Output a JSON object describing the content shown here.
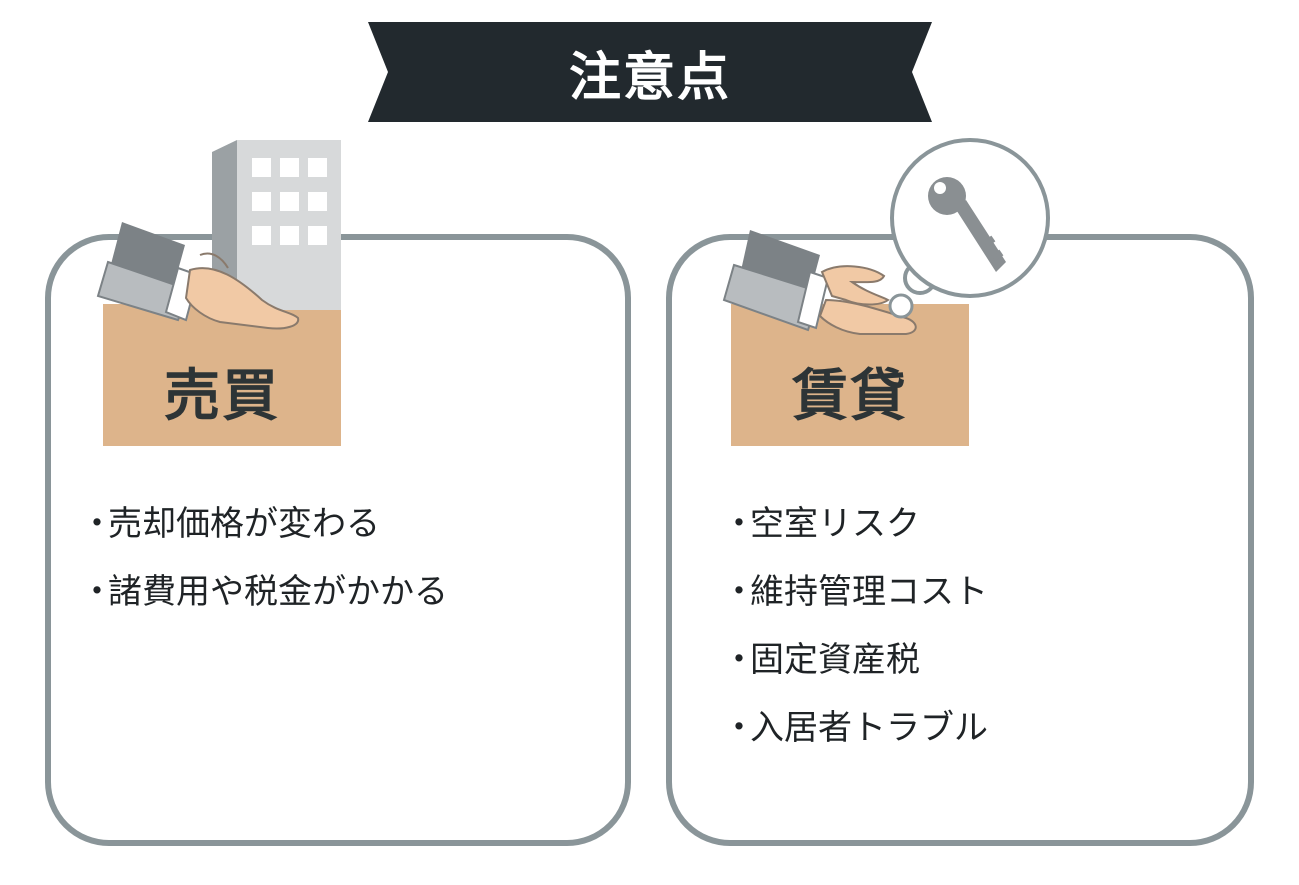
{
  "header": {
    "title": "注意点"
  },
  "colors": {
    "banner": "#22292e",
    "card_border": "#8a9599",
    "label_box": "#ddb48b",
    "label_text": "#2d3436",
    "text": "#1f2326"
  },
  "sections": [
    {
      "label": "売買",
      "icon": "hand-receiving-building-icon",
      "bullets": [
        "売却価格が変わる",
        "諸費用や税金がかかる"
      ]
    },
    {
      "label": "賃貸",
      "icon": "hand-receiving-key-icon",
      "bullets": [
        "空室リスク",
        "維持管理コスト",
        "固定資産税",
        "入居者トラブル"
      ]
    }
  ],
  "bullet_marker": "・"
}
